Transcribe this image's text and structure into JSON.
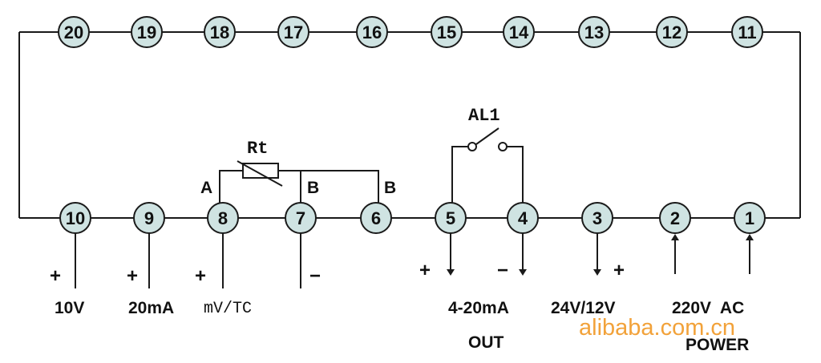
{
  "terminals_top": [
    "20",
    "19",
    "18",
    "17",
    "16",
    "15",
    "14",
    "13",
    "12",
    "11"
  ],
  "terminals_bottom": [
    "10",
    "9",
    "8",
    "7",
    "6",
    "5",
    "4",
    "3",
    "2",
    "1"
  ],
  "labels": {
    "rt": "Rt",
    "a": "A",
    "b1": "B",
    "b2": "B",
    "al1": "AL1",
    "v10": "10V",
    "ma20": "20mA",
    "mvtc": "mV/TC",
    "out_range": "4-20mA",
    "out": "OUT",
    "dc": "24V/12V",
    "ac": "220V  AC",
    "power": "POWER"
  },
  "signs": {
    "t10": "+",
    "t9": "+",
    "t8": "+",
    "t7": "−",
    "t5": "+",
    "t4": "−",
    "t3": "+"
  },
  "watermark": "alibaba.com.cn",
  "colors": {
    "terminal_fill": "#cfe3e2",
    "line": "#1a1a1a",
    "watermark": "#f2a23a"
  }
}
